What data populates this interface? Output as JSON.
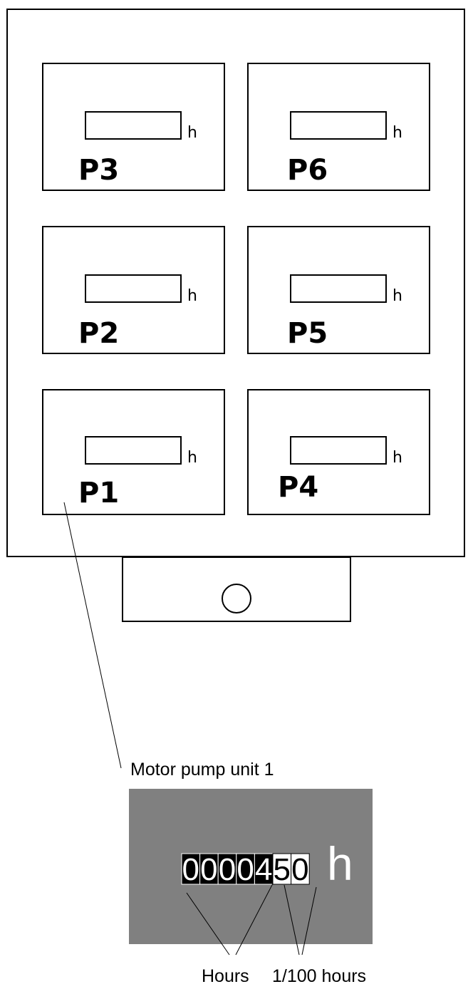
{
  "panel": {
    "pumps": [
      {
        "id": "P3",
        "unit": "h"
      },
      {
        "id": "P6",
        "unit": "h"
      },
      {
        "id": "P2",
        "unit": "h"
      },
      {
        "id": "P5",
        "unit": "h"
      },
      {
        "id": "P1",
        "unit": "h"
      },
      {
        "id": "P4",
        "unit": "h"
      }
    ]
  },
  "callout": {
    "label": "Motor pump unit 1"
  },
  "counter": {
    "hour_digits": [
      "0",
      "0",
      "0",
      "0",
      "4"
    ],
    "fraction_digits": [
      "5",
      "0"
    ],
    "unit": "h",
    "hours_label": "Hours",
    "fraction_label": "1/100 hours",
    "colors": {
      "background": "#808080",
      "hour_digit_bg": "#000000",
      "hour_digit_fg": "#ffffff",
      "fraction_digit_bg": "#ffffff",
      "fraction_digit_fg": "#000000"
    }
  }
}
